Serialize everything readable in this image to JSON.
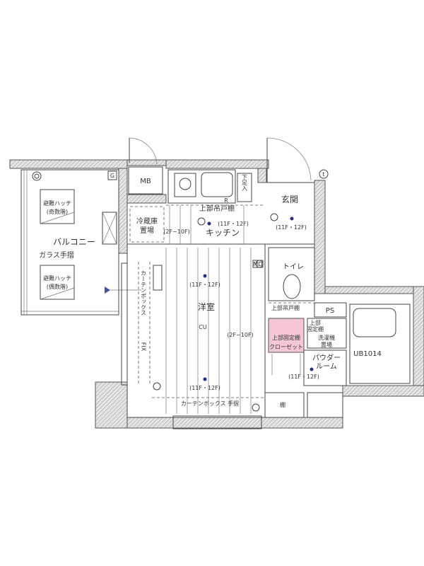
{
  "plan": {
    "balcony": {
      "label": "バルコニー",
      "railing": "ガラス手摺",
      "hatch_odd": [
        "避難ハッチ",
        "(奇数階)"
      ],
      "hatch_even": [
        "避難ハッチ",
        "(偶数階)"
      ],
      "gas_mark": "G"
    },
    "meter_box": "MB",
    "kitchen": {
      "label": "キッチン",
      "upper_cabinet": "上部吊戸棚",
      "floor_note": "(11F・12F)",
      "fridge": [
        "冷蔵庫",
        "置場"
      ],
      "fridge_note": "(2F~10F)",
      "shoe_box": "下足入",
      "range_hood": "R"
    },
    "entrance": {
      "label": "玄関",
      "floor_note": "(11F・12F)",
      "mark": "t"
    },
    "toilet": {
      "label": "トイレ",
      "upper_cabinet": "上部吊戸棚"
    },
    "md": "MD",
    "western_room": {
      "label": "洋室",
      "cu": "CU",
      "note_top": "(11F・12F)",
      "note_mid": "(2F~10F)",
      "note_bottom": "(11F・12F)",
      "curtain_box_vertical": "カーテンボックス",
      "fix": "FIX",
      "curtain_box_rail": "カーテンボックス 手摺"
    },
    "ps": "PS",
    "closet": {
      "upper_shelf": "上部固定棚",
      "label": "クローゼット"
    },
    "laundry": {
      "upper_shelf": [
        "上部",
        "固定棚"
      ],
      "label": [
        "洗濯機",
        "置場"
      ]
    },
    "powder_room": {
      "label": [
        "パウダー",
        "ルーム"
      ],
      "floor_note": "(11F・12F)"
    },
    "bath": "UB1014",
    "shelf": "棚",
    "accent_color": "#2a2f7a",
    "closet_color": "#f4c6d6"
  }
}
